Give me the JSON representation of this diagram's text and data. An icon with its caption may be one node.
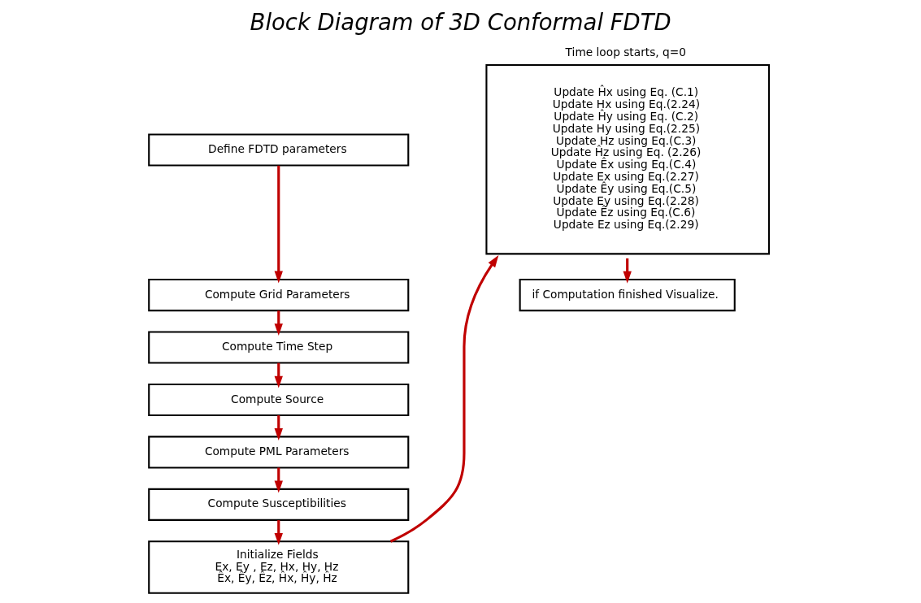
{
  "diagram": {
    "title": "Block Diagram of 3D Conformal FDTD",
    "nodes": [
      {
        "text": [
          "Define FDTD parameters"
        ]
      },
      {
        "text": [
          "Compute Grid Parameters"
        ]
      },
      {
        "text": [
          "Compute Time Step"
        ]
      },
      {
        "text": [
          "Compute Source"
        ]
      },
      {
        "text": [
          "Compute PML Parameters"
        ]
      },
      {
        "text": [
          "Compute Susceptibilities"
        ]
      },
      {
        "text": [
          "Initialize Fields",
          "Ex, Ey , Ez, Hx, Hy, Hz",
          "Êx, Êy, Êz, Ĥx, Ĥy, Ĥz"
        ]
      },
      {
        "text": [
          "Time loop starts, q=0",
          "Update Ĥx using Eq. (C.1)",
          "Update Hx using Eq.(2.24)",
          "Update Ĥy using Eq. (C.2)",
          "Update Hy using Eq.(2.25)",
          "Update Hz using Eq.(C.3)",
          "Update Ĥz using Eq. (2.26)",
          "Update Êx using Eq.(C.4)",
          "Update Ex using Eq.(2.27)",
          "Update Êy using Eq.(C.5)",
          "Update Ey using Eq.(2.28)",
          "Update Êz using Eq.(C.6)",
          "Update Ez using Eq.(2.29)"
        ]
      },
      {
        "text": [
          "if Computation finished Visualize."
        ]
      }
    ],
    "edges": [
      {
        "from": 0,
        "to": 1,
        "arrow": "to"
      },
      {
        "from": 1,
        "to": 2,
        "arrow": "to"
      },
      {
        "from": 2,
        "to": 3,
        "arrow": "to"
      },
      {
        "from": 3,
        "to": 4,
        "arrow": "to"
      },
      {
        "from": 4,
        "to": 5,
        "arrow": "to"
      },
      {
        "from": 5,
        "to": 6,
        "arrow": "to"
      },
      {
        "from": 6,
        "to": 7,
        "arrow": "to"
      },
      {
        "from": 7,
        "to": 8,
        "arrow": "to"
      }
    ]
  }
}
